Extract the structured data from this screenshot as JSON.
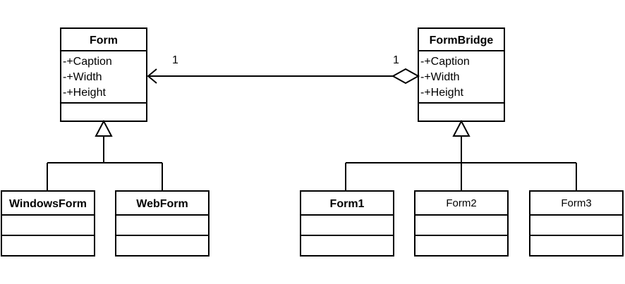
{
  "classes": {
    "form": {
      "name": "Form",
      "attributes": [
        "-+Caption",
        "-+Width",
        "-+Height"
      ]
    },
    "form_bridge": {
      "name": "FormBridge",
      "attributes": [
        "-+Caption",
        "-+Width",
        "-+Height"
      ]
    },
    "windows_form": {
      "name": "WindowsForm"
    },
    "web_form": {
      "name": "WebForm"
    },
    "form1": {
      "name": "Form1"
    },
    "form2": {
      "name": "Form2"
    },
    "form3": {
      "name": "Form3"
    }
  },
  "association": {
    "source_multiplicity": "1",
    "target_multiplicity": "1"
  }
}
